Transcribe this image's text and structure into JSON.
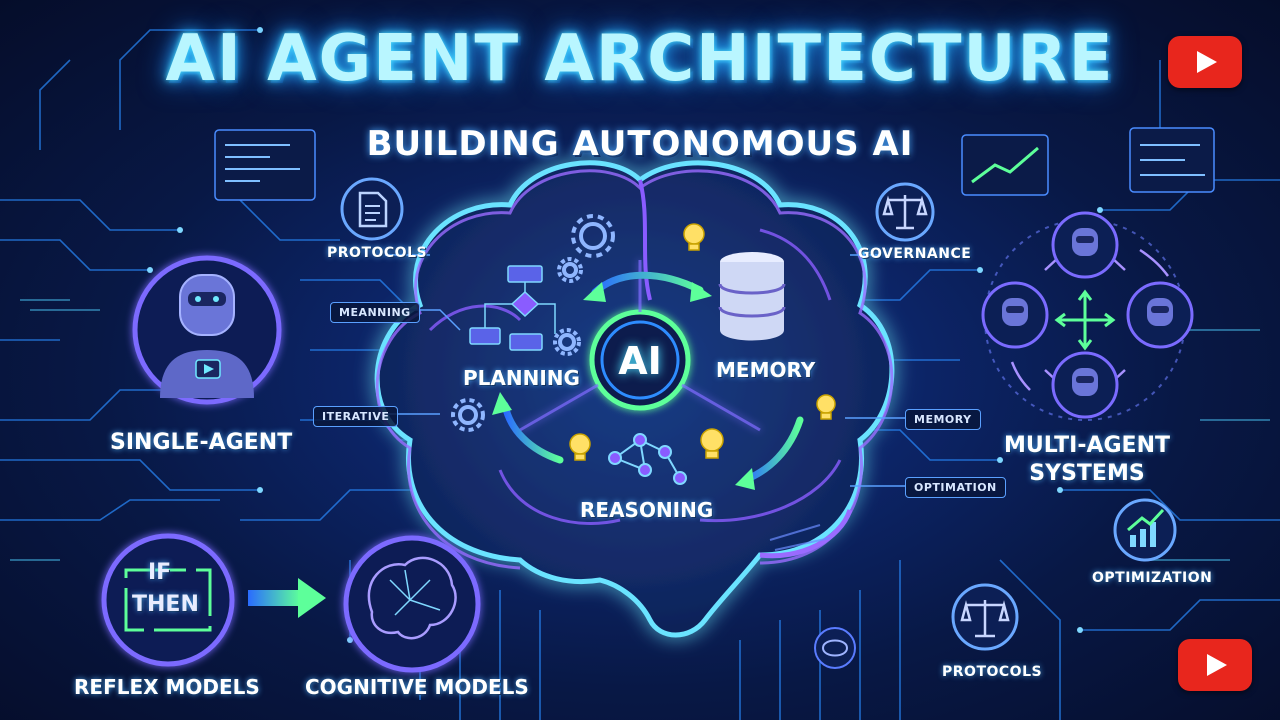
{
  "title": "AI AGENT ARCHITECTURE",
  "subtitle": "BUILDING AUTONOMOUS AI",
  "brain": {
    "center": "AI",
    "planning": "PLANNING",
    "memory": "MEMORY",
    "reasoning": "REASONING"
  },
  "left": {
    "protocols": "PROTOCOLS",
    "meanning": "MEANNING",
    "iterative": "ITERATIVE",
    "single_agent": "SINGLE-AGENT"
  },
  "right": {
    "governance": "GOVERNANCE",
    "memory_tag": "MEMORY",
    "optimation": "OPTIMATION",
    "multi_agent_line1": "MULTI-AGENT",
    "multi_agent_line2": "SYSTEMS",
    "optimization": "OPTIMIZATION",
    "protocols_bottom": "PROTOCOLS"
  },
  "bottom": {
    "if": "IF",
    "then": "THEN",
    "reflex": "REFLEX MODELS",
    "cognitive": "COGNITIVE MODELS"
  },
  "icons": [
    "document-icon",
    "robot-icon",
    "gear-icon",
    "lightbulb-icon",
    "database-icon",
    "flowchart-icon",
    "scales-icon",
    "growth-chart-icon",
    "brain-icon",
    "play-icon"
  ],
  "colors": {
    "background": "#081845",
    "neon_cyan": "#4fe3ff",
    "neon_purple": "#8a5cff",
    "neon_green": "#5dff9a",
    "youtube_red": "#e8261d"
  }
}
